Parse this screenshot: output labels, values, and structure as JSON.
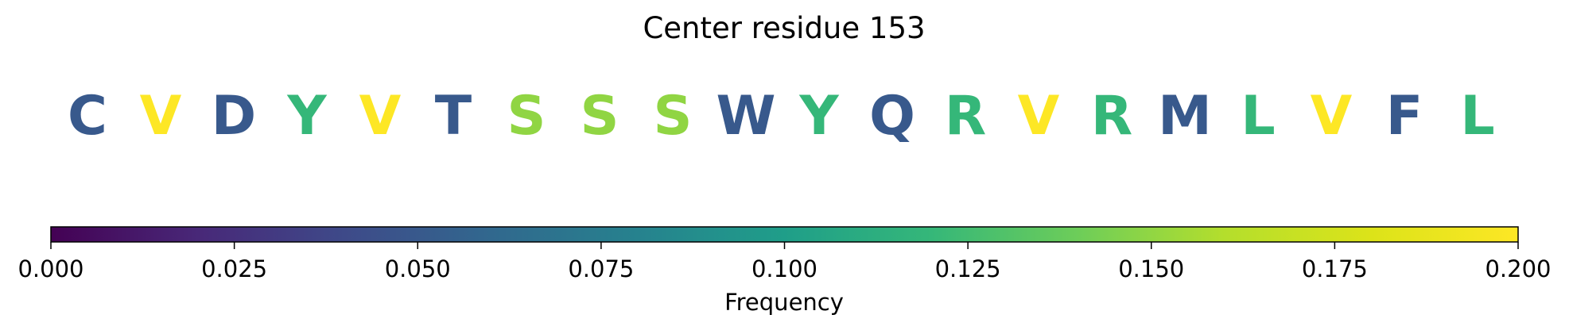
{
  "chart_data": {
    "type": "sequence-logo-colorbar",
    "title": "Center residue 153",
    "colormap": "viridis",
    "residues": [
      {
        "letter": "C",
        "frequency": 0.05
      },
      {
        "letter": "V",
        "frequency": 0.2
      },
      {
        "letter": "D",
        "frequency": 0.05
      },
      {
        "letter": "Y",
        "frequency": 0.12
      },
      {
        "letter": "V",
        "frequency": 0.2
      },
      {
        "letter": "T",
        "frequency": 0.05
      },
      {
        "letter": "S",
        "frequency": 0.15
      },
      {
        "letter": "S",
        "frequency": 0.15
      },
      {
        "letter": "S",
        "frequency": 0.15
      },
      {
        "letter": "W",
        "frequency": 0.05
      },
      {
        "letter": "Y",
        "frequency": 0.12
      },
      {
        "letter": "Q",
        "frequency": 0.05
      },
      {
        "letter": "R",
        "frequency": 0.12
      },
      {
        "letter": "V",
        "frequency": 0.2
      },
      {
        "letter": "R",
        "frequency": 0.12
      },
      {
        "letter": "M",
        "frequency": 0.05
      },
      {
        "letter": "L",
        "frequency": 0.12
      },
      {
        "letter": "V",
        "frequency": 0.2
      },
      {
        "letter": "F",
        "frequency": 0.05
      },
      {
        "letter": "L",
        "frequency": 0.12
      }
    ],
    "colorbar": {
      "label": "Frequency",
      "range": [
        0.0,
        0.2
      ],
      "orientation": "horizontal",
      "ticks": [
        {
          "value": 0.0,
          "label": "0.000"
        },
        {
          "value": 0.025,
          "label": "0.025"
        },
        {
          "value": 0.05,
          "label": "0.050"
        },
        {
          "value": 0.075,
          "label": "0.075"
        },
        {
          "value": 0.1,
          "label": "0.100"
        },
        {
          "value": 0.125,
          "label": "0.125"
        },
        {
          "value": 0.15,
          "label": "0.150"
        },
        {
          "value": 0.175,
          "label": "0.175"
        },
        {
          "value": 0.2,
          "label": "0.200"
        }
      ]
    }
  }
}
